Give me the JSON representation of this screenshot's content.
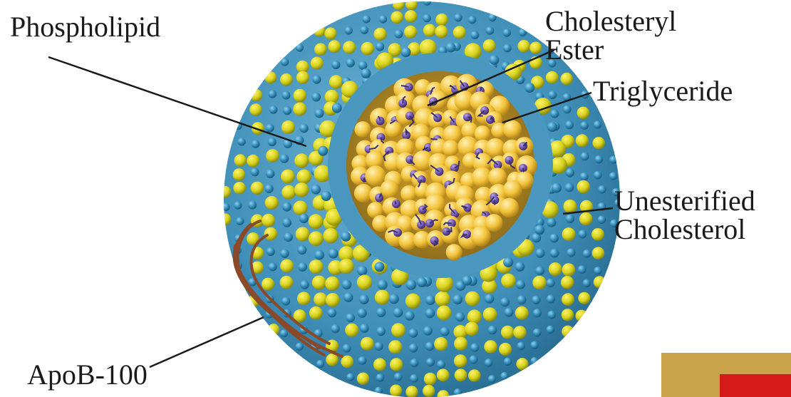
{
  "labels": {
    "phospholipid": "Phospholipid",
    "cholesteryl_line1": "Cholesteryl",
    "cholesteryl_line2": "Ester",
    "triglyceride": "Triglyceride",
    "unesterified_line1": "Unesterified",
    "unesterified_line2": "Cholesterol",
    "apob": "ApoB-100"
  },
  "colors": {
    "shell_blue": "#3f8fb8",
    "surface_yellow": "#d6d21e",
    "core_yellow": "#f2c33a",
    "core_purple": "#6a4fa8",
    "protein_brown": "#8a4a2a",
    "badge_gold": "#c9a24b",
    "badge_red": "#d61a1a"
  }
}
